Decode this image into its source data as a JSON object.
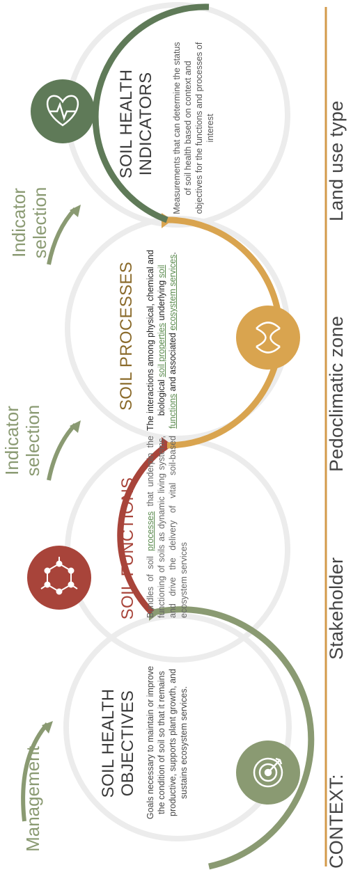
{
  "colors": {
    "objectives": "#8a9a72",
    "functions": "#a8443a",
    "processes": "#d9a44f",
    "indicators": "#5f7a58",
    "ring": "#ececec",
    "context_line": "#d39a4a",
    "processes_title": "#8a6a2a",
    "functions_title": "#a8443a"
  },
  "objectives": {
    "title_line1": "SOIL HEALTH",
    "title_line2": "OBJECTIVES",
    "description": "Goals necessary to maintain or improve the condition of soil so that it remains productive, supports plant growth, and sustains ecosystem services.",
    "icon": "target-icon"
  },
  "functions": {
    "title": "SOIL FUNCTIONS",
    "desc_before": "Bundles of soil ",
    "desc_link": "processes",
    "desc_after": " that underpin the functioning of soils as dynamic living systems, and drive the delivery of vital soil-based ecosystem services",
    "icon": "molecule-icon"
  },
  "processes": {
    "title": "SOIL PROCESSES",
    "desc_before": "The interactions among physical, chemical and biological ",
    "desc_link1": "soil properties",
    "desc_mid": " underlying ",
    "desc_link2": "soil functions",
    "desc_mid2": " and associated ",
    "desc_link3": "ecosystem services",
    "desc_after": ".",
    "icon": "cycle-arrows-icon"
  },
  "indicators": {
    "title_line1": "SOIL HEALTH",
    "title_line2": "INDICATORS",
    "description": "Measurements that can determine the status of soil health based on context and objectives for the functions and processes of interest",
    "icon": "heart-pulse-icon"
  },
  "arrows": {
    "management": "Management",
    "selection1_line1": "Indicator",
    "selection1_line2": "selection",
    "selection2_line1": "Indicator",
    "selection2_line2": "selection"
  },
  "context": {
    "label": "CONTEXT:",
    "items": [
      "Stakeholder",
      "Pedoclimatic zone",
      "Land use type"
    ]
  }
}
